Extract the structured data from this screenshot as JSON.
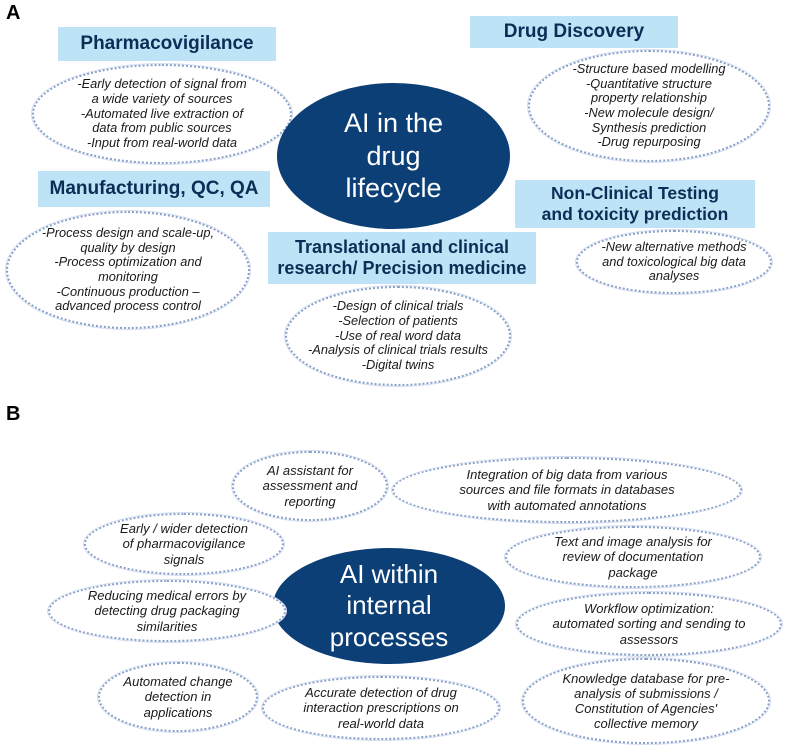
{
  "panel_a": {
    "letter": "A",
    "center": {
      "lines": [
        "AI in the",
        "drug",
        "lifecycle"
      ]
    },
    "sections": {
      "pharmacovigilance": {
        "title": "Pharmacovigilance",
        "items": [
          "-Early detection of signal from",
          "a wide variety of sources",
          "-Automated live extraction of",
          "data from public sources",
          "-Input from real-world data"
        ]
      },
      "drug_discovery": {
        "title": "Drug Discovery",
        "items": [
          "-Structure based modelling",
          "-Quantitative structure",
          "property relationship",
          "-New molecule design/",
          "Synthesis prediction",
          "-Drug repurposing"
        ]
      },
      "manufacturing": {
        "title": "Manufacturing, QC, QA",
        "items": [
          "-Process design and scale-up,",
          "quality by design",
          "-Process optimization and",
          "monitoring",
          "-Continuous production –",
          "advanced process control"
        ]
      },
      "nonclinical": {
        "title_lines": [
          "Non-Clinical Testing",
          "and toxicity prediction"
        ],
        "items": [
          "-New alternative methods",
          "and toxicological big data",
          "analyses"
        ]
      },
      "translational": {
        "title_lines": [
          "Translational and clinical",
          "research/ Precision medicine"
        ],
        "items": [
          "-Design of clinical trials",
          "-Selection of patients",
          "-Use of real word data",
          "-Analysis of clinical trials results",
          "-Digital twins"
        ]
      }
    }
  },
  "panel_b": {
    "letter": "B",
    "center": {
      "lines": [
        "AI within",
        "internal",
        "processes"
      ]
    },
    "bubbles": {
      "ai_assistant": [
        "AI assistant for",
        "assessment and",
        "reporting"
      ],
      "big_data": [
        "Integration of big data from various",
        "sources and file formats in databases",
        "with automated annotations"
      ],
      "early_detection": [
        "Early / wider detection",
        "of pharmacovigilance",
        "signals"
      ],
      "text_image": [
        "Text and image analysis for",
        "review of documentation",
        "package"
      ],
      "medical_errors": [
        "Reducing medical errors by",
        "detecting drug packaging",
        "similarities"
      ],
      "workflow": [
        "Workflow optimization:",
        "automated sorting and sending to",
        "assessors"
      ],
      "change_detection": [
        "Automated change",
        "detection in",
        "applications"
      ],
      "interaction": [
        "Accurate detection of drug",
        "interaction prescriptions on",
        "real-world data"
      ],
      "knowledge": [
        "Knowledge database for pre-",
        "analysis of submissions /",
        "Constitution of Agencies'",
        "collective memory"
      ]
    }
  }
}
